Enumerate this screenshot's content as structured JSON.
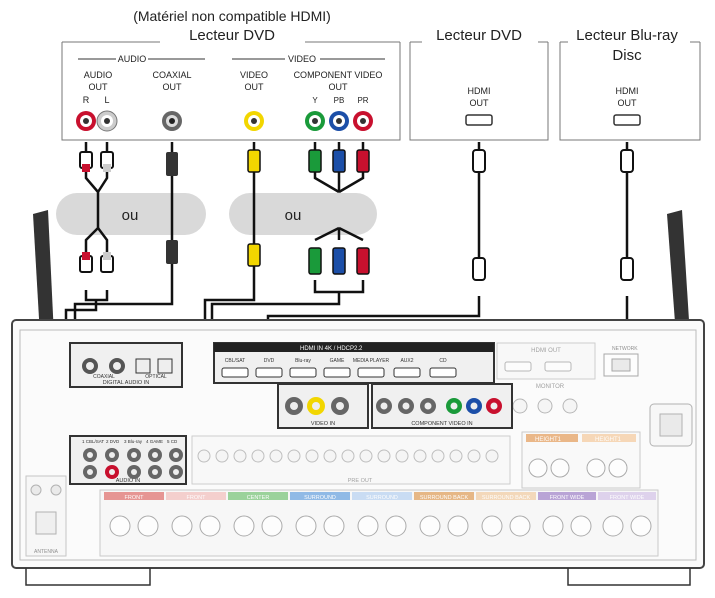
{
  "dvd_legacy": {
    "note": "(Matériel non compatible HDMI)",
    "title": "Lecteur DVD",
    "audio_group": "AUDIO",
    "video_group": "VIDEO",
    "audio_out": [
      "AUDIO",
      "OUT"
    ],
    "audio_r": "R",
    "audio_l": "L",
    "coaxial_out": [
      "COAXIAL",
      "OUT"
    ],
    "video_out": [
      "VIDEO",
      "OUT"
    ],
    "component_out": [
      "COMPONENT VIDEO",
      "OUT"
    ],
    "comp_y": "Y",
    "comp_pb": "PB",
    "comp_pr": "PR"
  },
  "dvd_hdmi": {
    "title": "Lecteur DVD",
    "hdmi_out": [
      "HDMI",
      "OUT"
    ]
  },
  "bluray": {
    "title": [
      "Lecteur Blu-ray",
      "Disc"
    ],
    "hdmi_out": [
      "HDMI",
      "OUT"
    ]
  },
  "or_labels": [
    "ou",
    "ou"
  ],
  "receiver": {
    "hdmi_in_header": "HDMI IN  4K / HDCP2.2",
    "hdmi_inputs": [
      "CBL/SAT",
      "DVD",
      "Blu-ray",
      "GAME",
      "MEDIA PLAYER",
      "AUX2",
      "CD"
    ],
    "hdmi_out": "HDMI OUT",
    "digital_audio_in": "DIGITAL AUDIO IN",
    "coaxial": "COAXIAL",
    "optical": "OPTICAL",
    "video_in": "VIDEO IN",
    "component_video_in": "COMPONENT VIDEO IN",
    "audio_in": "AUDIO IN",
    "audio_in_slots": [
      "1 CBL/SAT",
      "2 DVD",
      "3 Blu-ray",
      "4 GAME",
      "5 CD"
    ],
    "monitor": "MONITOR",
    "network": "NETWORK",
    "antenna": "ANTENNA",
    "pre_out": "PRE OUT",
    "speakers": [
      "FRONT",
      "FRONT",
      "CENTER",
      "SURROUND",
      "SURROUND",
      "SURROUND BACK",
      "SURROUND BACK",
      "FRONT WIDE",
      "FRONT WIDE"
    ],
    "height_labels": [
      "HEIGHT1",
      "HEIGHT1"
    ],
    "colors": {
      "front": "#d9534f",
      "center": "#5cb85c",
      "surround": "#4a90d9",
      "surround_back": "#d98b3a",
      "front_wide": "#8e6bbf",
      "height": "#e08a3c"
    }
  },
  "connector_colors": {
    "red": "#c8102e",
    "white": "#e8e8e8",
    "yellow": "#f2d600",
    "green": "#1a9a3a",
    "blue": "#1c4fa8"
  }
}
